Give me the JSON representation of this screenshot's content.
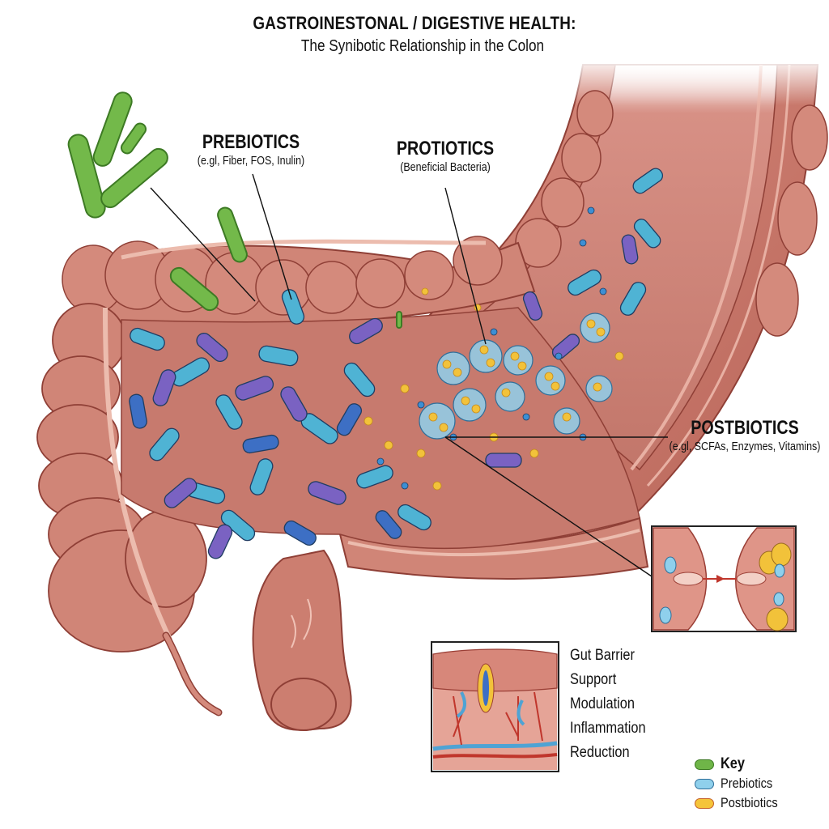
{
  "title": {
    "main": "GASTROINESTONAL / DIGESTIVE HEALTH:",
    "subtitle": "The Synibotic Relationship in the Colon"
  },
  "labels": {
    "prebiotics": {
      "heading": "PREBIOTICS",
      "detail": "(e.gl, Fiber, FOS, Inulin)"
    },
    "probiotics": {
      "heading": "PROTIOTICS",
      "detail": "(Beneficial Bacteria)"
    },
    "postbiotics": {
      "heading": "POSTBIOTICS",
      "detail": "(e.gl, SCFAs, Enzymes, Vitamins)"
    }
  },
  "benefits": [
    "Gut Barrier",
    "Support",
    "Modulation",
    "Inflammation",
    "Reduction"
  ],
  "legend": [
    {
      "label": "Key",
      "fill": "#6fb548",
      "stroke": "#3d7a24"
    },
    {
      "label": "Prebiotics",
      "fill": "#8fd0ec",
      "stroke": "#2f6f9a"
    },
    {
      "label": "Postbiotics",
      "fill": "#f5c43a",
      "stroke": "#c4602a"
    }
  ],
  "colors": {
    "tissue": "#c9776a",
    "tissue_light": "#e3a597",
    "tissue_outline": "#8f3f36",
    "bacteria_cyan": "#4fb3d4",
    "bacteria_blue": "#3d6fc4",
    "bacteria_purple": "#7a62c2",
    "postbiotic_yellow": "#f2c23a",
    "fiber_green": "#73b94a"
  }
}
